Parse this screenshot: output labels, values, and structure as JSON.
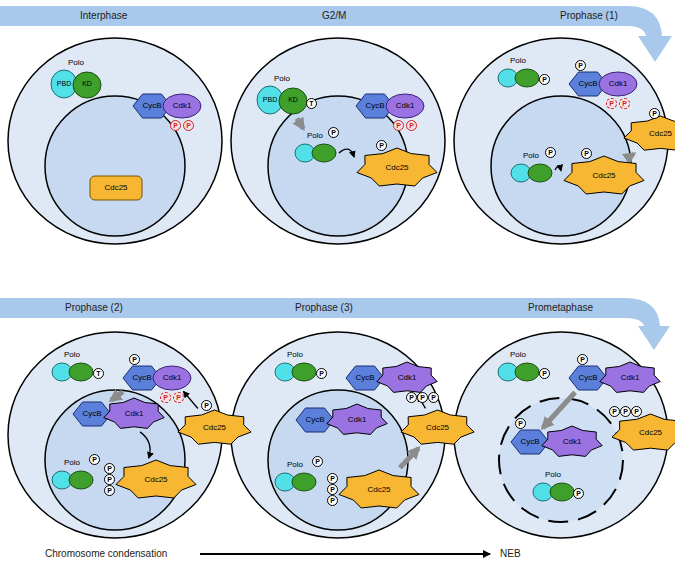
{
  "diagram": {
    "nodes": [
      {
        "text": [
          "Polo",
          "PBD",
          "KD"
        ]
      },
      {
        "text": [
          "CycB"
        ]
      },
      {
        "text": [
          "Cdk1"
        ]
      },
      {
        "text": [
          "Cdc25"
        ]
      },
      {
        "text": [
          "Polo",
          "PBD",
          "KD"
        ]
      },
      {
        "text": [
          "Polo"
        ]
      },
      {
        "text": [
          "Cdc25"
        ]
      },
      {
        "text": [
          "CycB"
        ]
      },
      {
        "text": [
          "Cdk1"
        ]
      },
      {
        "text": [
          "Polo"
        ]
      },
      {
        "text": [
          "CycB"
        ]
      },
      {
        "text": [
          "Cdk1"
        ]
      },
      {
        "text": [
          "Polo"
        ]
      },
      {
        "text": [
          "Cdc25"
        ]
      },
      {
        "text": [
          "Cdc25"
        ]
      },
      {
        "text": [
          "Polo"
        ]
      },
      {
        "text": [
          "CycB"
        ]
      },
      {
        "text": [
          "Cdk1"
        ]
      },
      {
        "text": [
          "CycB"
        ]
      },
      {
        "text": [
          "Cdk1"
        ]
      },
      {
        "text": [
          "Polo"
        ]
      },
      {
        "text": [
          "Cdc25"
        ]
      },
      {
        "text": [
          "Cdc25"
        ]
      },
      {
        "text": [
          "Polo"
        ]
      },
      {
        "text": [
          "CycB"
        ]
      },
      {
        "text": [
          "Cdk1"
        ]
      },
      {
        "text": [
          "CycB"
        ]
      },
      {
        "text": [
          "Cdk1"
        ]
      },
      {
        "text": [
          "Polo"
        ]
      },
      {
        "text": [
          "Cdc25"
        ]
      },
      {
        "text": [
          "Cdc25"
        ]
      },
      {
        "text": [
          "Polo"
        ]
      },
      {
        "text": [
          "CycB"
        ]
      },
      {
        "text": [
          "Cdk1"
        ]
      },
      {
        "text": [
          "Cdc25"
        ]
      },
      {
        "text": [
          "CycB"
        ]
      },
      {
        "text": [
          "Cdk1"
        ]
      },
      {
        "text": [
          "Polo"
        ]
      }
    ],
    "edges": [
      {
        "from": 4,
        "to": 5,
        "arrow": "to"
      },
      {
        "from": 5,
        "to": 6,
        "arrow": "to"
      },
      {
        "from": 12,
        "to": 13,
        "arrow": "to"
      },
      {
        "from": 13,
        "to": 14,
        "arrow": "to"
      },
      {
        "from": 16,
        "to": 18,
        "arrow": "to"
      },
      {
        "from": 19,
        "to": 21,
        "arrow": "to"
      },
      {
        "from": 22,
        "to": 17,
        "arrow": "to"
      },
      {
        "from": 29,
        "to": 30,
        "arrow": "to"
      },
      {
        "from": 30,
        "to": 25,
        "arrow": "to"
      },
      {
        "from": 32,
        "to": 35,
        "arrow": "to"
      }
    ],
    "labels": [
      "Interphase",
      "G2/M",
      "Prophase (1)",
      "Prophase (2)",
      "Prophase (3)",
      "Prometaphase",
      "Chromosome condensation",
      "NEB",
      "P",
      "P",
      "T",
      "P",
      "P",
      "P",
      "P",
      "P",
      "P",
      "P",
      "P",
      "P",
      "P",
      "P",
      "T",
      "P",
      "P",
      "P",
      "P",
      "P",
      "P",
      "P",
      "P",
      "P",
      "P",
      "P",
      "P",
      "P",
      "P",
      "P",
      "P",
      "P",
      "P",
      "P",
      "P",
      "P",
      "P",
      "P"
    ]
  }
}
